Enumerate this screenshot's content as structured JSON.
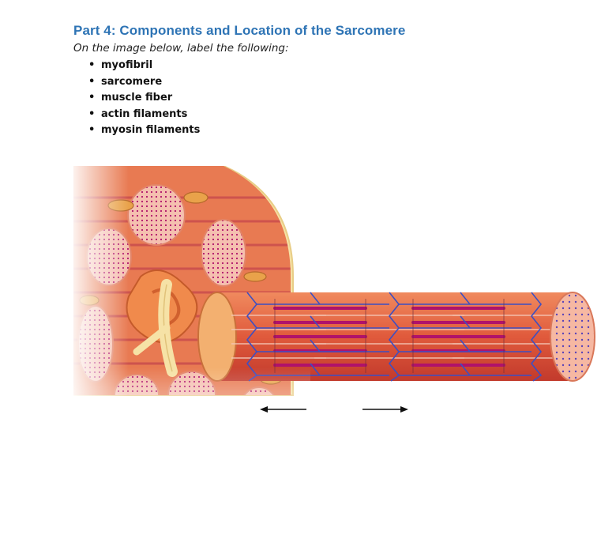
{
  "heading": "Part 4:  Components and Location of the Sarcomere",
  "instruction": "On the image below, label the following:",
  "terms": [
    "myofibril",
    "sarcomere",
    "muscle fiber",
    "actin filaments",
    "myosin filaments"
  ],
  "bullet_glyph": "•",
  "figure": {
    "colors": {
      "fiber_orange": "#f07a4a",
      "myofibril_red": "#d8433a",
      "myofibril_pink": "#f5c0b0",
      "myosin_magenta": "#b0126a",
      "actin_blue": "#3d4fc2",
      "sheath_cream": "#f6e2a6",
      "tube_yellow": "#fbe3a0"
    },
    "arrow_left_icon": "arrow-left-icon",
    "arrow_right_icon": "arrow-right-icon"
  }
}
